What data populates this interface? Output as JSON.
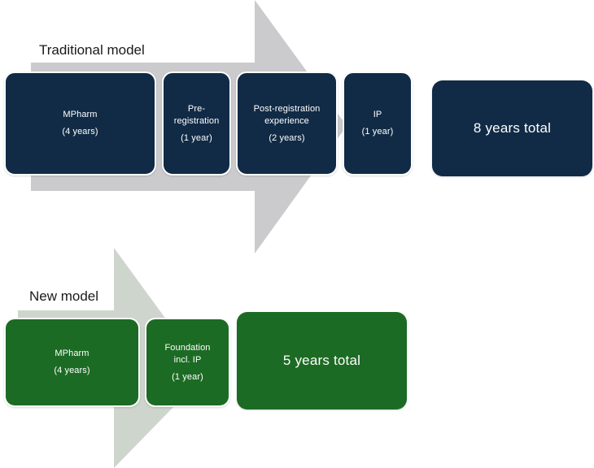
{
  "diagram": {
    "title_traditional": "Traditional model",
    "title_new": "New model",
    "colors": {
      "navy": "#112B46",
      "green": "#1C6B24",
      "arrow_gray_top": "#CBCBCD",
      "arrow_gray_bottom": "#CED5CD",
      "background": "#FFFFFF",
      "label_text": "#1A1A1A",
      "box_text": "#FFFFFF"
    }
  },
  "traditional": {
    "label": "Traditional model",
    "stages": [
      {
        "name": "MPharm",
        "duration": "(4 years)"
      },
      {
        "name": "Pre-\nregistration",
        "duration": "(1 year)"
      },
      {
        "name": "Post-registration\nexperience",
        "duration": "(2 years)"
      },
      {
        "name": "IP",
        "duration": "(1 year)"
      }
    ],
    "stage_lines": [
      [
        "MPharm"
      ],
      [
        "Pre-",
        "registration"
      ],
      [
        "Post-registration",
        "experience"
      ],
      [
        "IP"
      ]
    ],
    "total": "8 years total",
    "arrow_icon": "right-arrow-icon"
  },
  "new": {
    "label": "New model",
    "stages": [
      {
        "name": "MPharm",
        "duration": "(4 years)"
      },
      {
        "name": "Foundation\nincl. IP",
        "duration": "(1 year)"
      }
    ],
    "stage_lines": [
      [
        "MPharm"
      ],
      [
        "Foundation",
        "incl. IP"
      ]
    ],
    "total": "5 years total",
    "arrow_icon": "right-arrow-icon"
  }
}
